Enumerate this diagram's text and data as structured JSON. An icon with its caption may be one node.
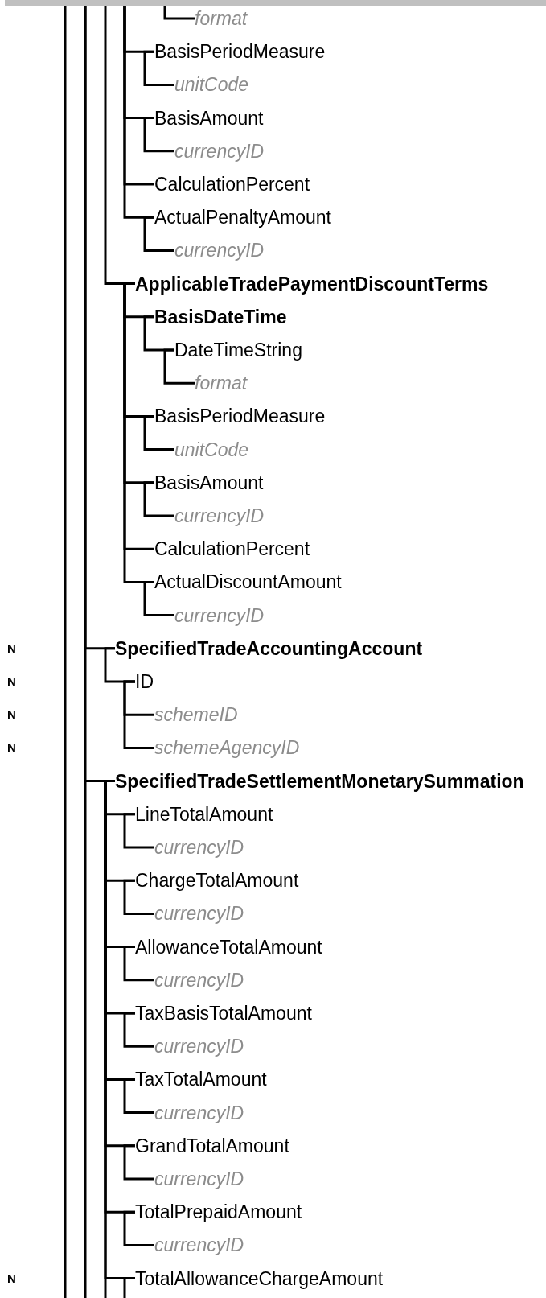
{
  "diagram": {
    "nodes": [
      {
        "text": [
          "format"
        ]
      },
      {
        "text": [
          "BasisPeriodMeasure"
        ]
      },
      {
        "text": [
          "unitCode"
        ]
      },
      {
        "text": [
          "BasisAmount"
        ]
      },
      {
        "text": [
          "currencyID"
        ]
      },
      {
        "text": [
          "CalculationPercent"
        ]
      },
      {
        "text": [
          "ActualPenaltyAmount"
        ]
      },
      {
        "text": [
          "currencyID"
        ]
      },
      {
        "text": [
          "ApplicableTradePaymentDiscountTerms"
        ]
      },
      {
        "text": [
          "BasisDateTime"
        ]
      },
      {
        "text": [
          "DateTimeString"
        ]
      },
      {
        "text": [
          "format"
        ]
      },
      {
        "text": [
          "BasisPeriodMeasure"
        ]
      },
      {
        "text": [
          "unitCode"
        ]
      },
      {
        "text": [
          "BasisAmount"
        ]
      },
      {
        "text": [
          "currencyID"
        ]
      },
      {
        "text": [
          "CalculationPercent"
        ]
      },
      {
        "text": [
          "ActualDiscountAmount"
        ]
      },
      {
        "text": [
          "currencyID"
        ]
      },
      {
        "text": [
          "SpecifiedTradeAccountingAccount"
        ]
      },
      {
        "text": [
          "ID"
        ]
      },
      {
        "text": [
          "schemeID"
        ]
      },
      {
        "text": [
          "schemeAgencyID"
        ]
      },
      {
        "text": [
          "SpecifiedTradeSettlementMonetarySummation"
        ]
      },
      {
        "text": [
          "LineTotalAmount"
        ]
      },
      {
        "text": [
          "currencyID"
        ]
      },
      {
        "text": [
          "ChargeTotalAmount"
        ]
      },
      {
        "text": [
          "currencyID"
        ]
      },
      {
        "text": [
          "AllowanceTotalAmount"
        ]
      },
      {
        "text": [
          "currencyID"
        ]
      },
      {
        "text": [
          "TaxBasisTotalAmount"
        ]
      },
      {
        "text": [
          "currencyID"
        ]
      },
      {
        "text": [
          "TaxTotalAmount"
        ]
      },
      {
        "text": [
          "currencyID"
        ]
      },
      {
        "text": [
          "GrandTotalAmount"
        ]
      },
      {
        "text": [
          "currencyID"
        ]
      },
      {
        "text": [
          "TotalPrepaidAmount"
        ]
      },
      {
        "text": [
          "currencyID"
        ]
      },
      {
        "text": [
          "TotalAllowanceChargeAmount"
        ]
      }
    ],
    "edges": [
      {
        "from": null,
        "to": 0,
        "arrow": "none"
      },
      {
        "from": null,
        "to": 1,
        "arrow": "none"
      },
      {
        "from": 1,
        "to": 2,
        "arrow": "none"
      },
      {
        "from": null,
        "to": 3,
        "arrow": "none"
      },
      {
        "from": 3,
        "to": 4,
        "arrow": "none"
      },
      {
        "from": null,
        "to": 5,
        "arrow": "none"
      },
      {
        "from": null,
        "to": 6,
        "arrow": "none"
      },
      {
        "from": 6,
        "to": 7,
        "arrow": "none"
      },
      {
        "from": null,
        "to": 8,
        "arrow": "none"
      },
      {
        "from": 8,
        "to": 9,
        "arrow": "none"
      },
      {
        "from": 9,
        "to": 10,
        "arrow": "none"
      },
      {
        "from": 10,
        "to": 11,
        "arrow": "none"
      },
      {
        "from": 8,
        "to": 12,
        "arrow": "none"
      },
      {
        "from": 12,
        "to": 13,
        "arrow": "none"
      },
      {
        "from": 8,
        "to": 14,
        "arrow": "none"
      },
      {
        "from": 14,
        "to": 15,
        "arrow": "none"
      },
      {
        "from": 8,
        "to": 16,
        "arrow": "none"
      },
      {
        "from": 8,
        "to": 17,
        "arrow": "none"
      },
      {
        "from": 17,
        "to": 18,
        "arrow": "none"
      },
      {
        "from": null,
        "to": 19,
        "arrow": "none"
      },
      {
        "from": 19,
        "to": 20,
        "arrow": "none"
      },
      {
        "from": 20,
        "to": 21,
        "arrow": "none"
      },
      {
        "from": 20,
        "to": 22,
        "arrow": "none"
      },
      {
        "from": null,
        "to": 23,
        "arrow": "none"
      },
      {
        "from": 23,
        "to": 24,
        "arrow": "none"
      },
      {
        "from": 24,
        "to": 25,
        "arrow": "none"
      },
      {
        "from": 23,
        "to": 26,
        "arrow": "none"
      },
      {
        "from": 26,
        "to": 27,
        "arrow": "none"
      },
      {
        "from": 23,
        "to": 28,
        "arrow": "none"
      },
      {
        "from": 28,
        "to": 29,
        "arrow": "none"
      },
      {
        "from": 23,
        "to": 30,
        "arrow": "none"
      },
      {
        "from": 30,
        "to": 31,
        "arrow": "none"
      },
      {
        "from": 23,
        "to": 32,
        "arrow": "none"
      },
      {
        "from": 32,
        "to": 33,
        "arrow": "none"
      },
      {
        "from": 23,
        "to": 34,
        "arrow": "none"
      },
      {
        "from": 34,
        "to": 35,
        "arrow": "none"
      },
      {
        "from": 23,
        "to": 36,
        "arrow": "none"
      },
      {
        "from": 36,
        "to": 37,
        "arrow": "none"
      },
      {
        "from": 23,
        "to": 38,
        "arrow": "none"
      },
      {
        "from": 38,
        "to": null,
        "arrow": "none"
      },
      {
        "from": 23,
        "to": null,
        "arrow": "none"
      }
    ],
    "labels": [
      "N",
      "N",
      "N",
      "N",
      "N"
    ]
  }
}
